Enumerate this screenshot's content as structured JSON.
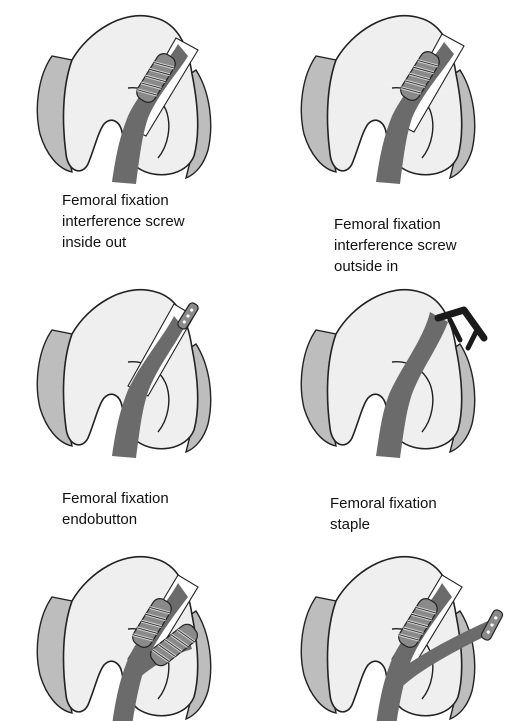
{
  "colors": {
    "background": "#ffffff",
    "bone_fill": "#efefef",
    "bone_shadow": "#bdbdbd",
    "outline": "#222222",
    "graft": "#6b6b6b",
    "screw": "#8a8a8a",
    "screw_thread": "#cfcfcf",
    "staple": "#1a1a1a"
  },
  "panels": [
    {
      "id": "screw-inside-out",
      "lines": [
        "Femoral fixation",
        "interference screw",
        "inside out"
      ]
    },
    {
      "id": "screw-outside-in",
      "lines": [
        "Femoral fixation",
        "interference screw",
        "outside in"
      ]
    },
    {
      "id": "endobutton",
      "lines": [
        "Femoral fixation",
        "endobutton"
      ]
    },
    {
      "id": "staple",
      "lines": [
        "Femoral fixation",
        "staple"
      ]
    },
    {
      "id": "double-bundle-screws",
      "lines": []
    },
    {
      "id": "double-bundle-button",
      "lines": []
    }
  ]
}
